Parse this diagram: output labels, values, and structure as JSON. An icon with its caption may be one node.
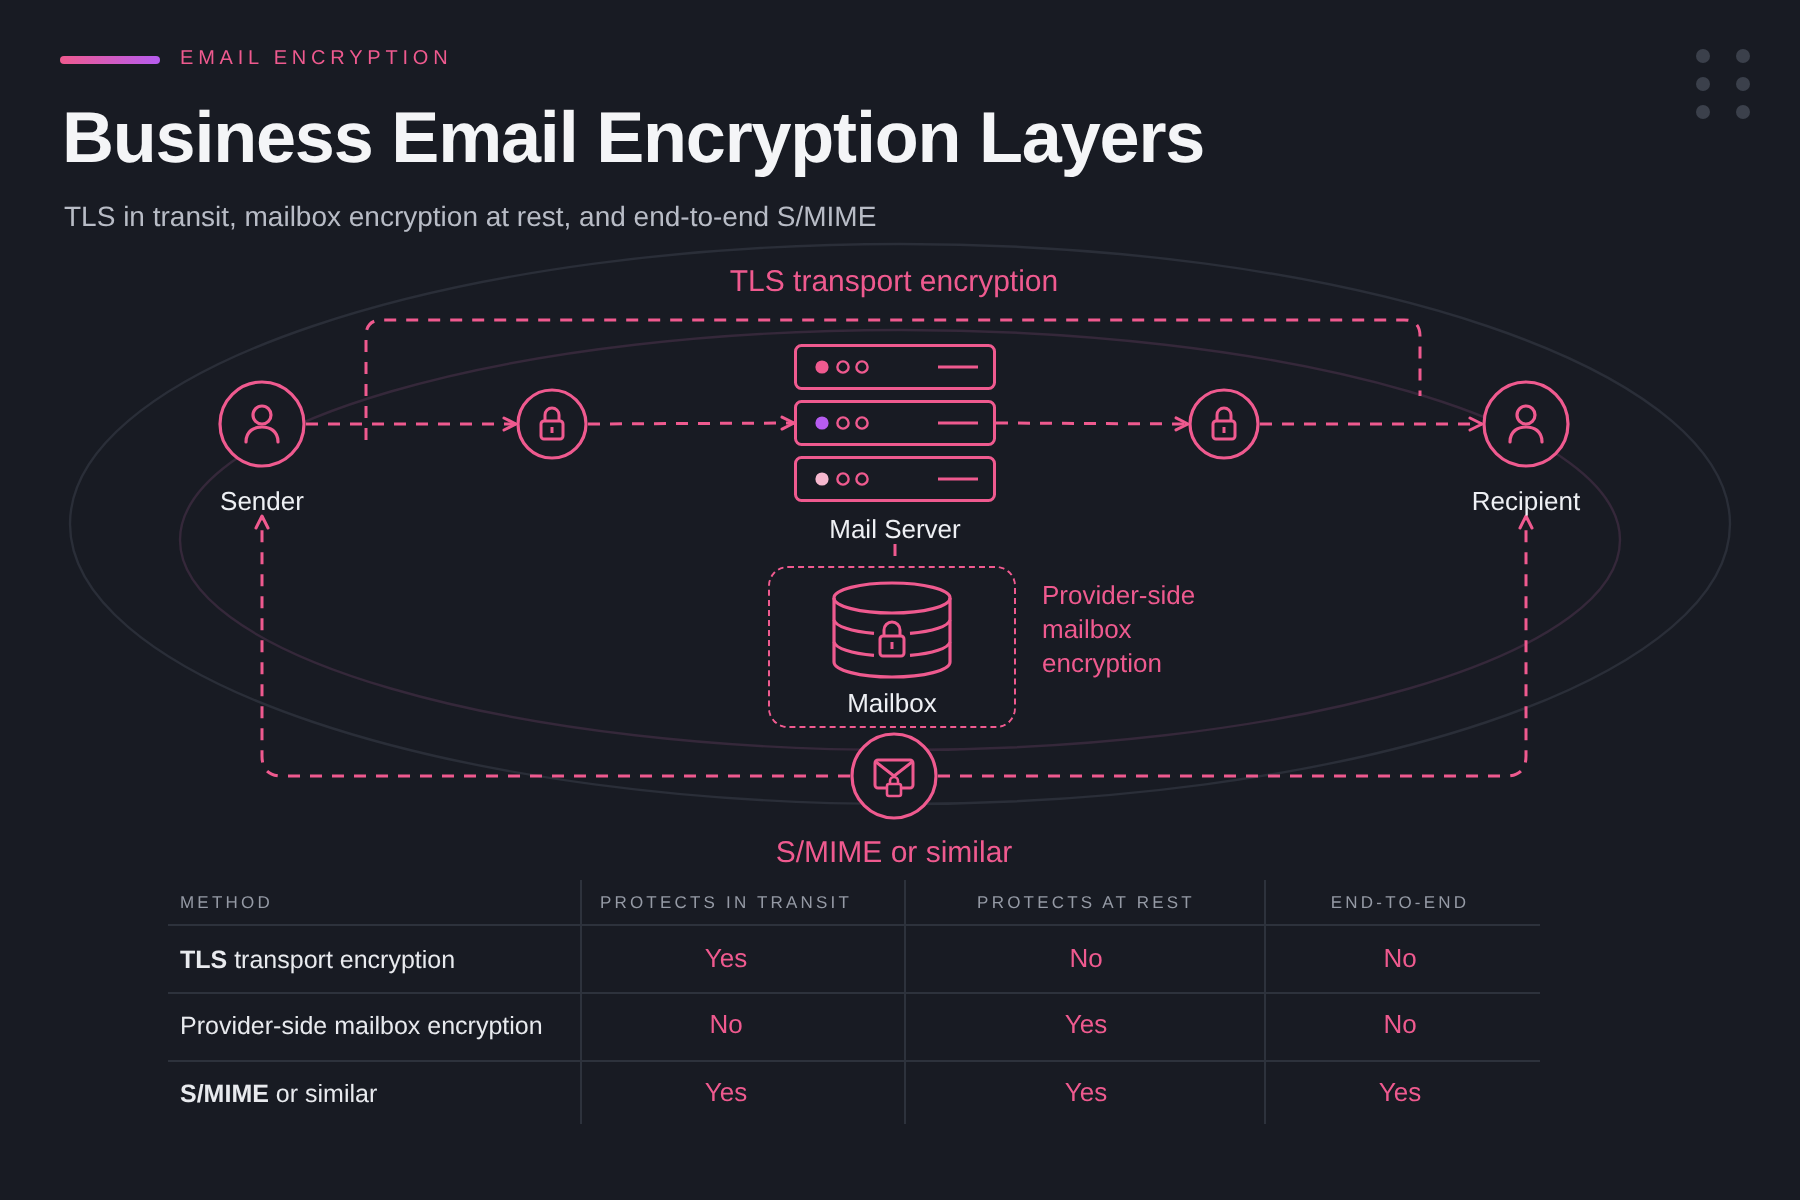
{
  "diagram": {
    "title": "Business Email Encryption Layers",
    "nodes": [
      {
        "text": [
          "Sender"
        ]
      },
      {
        "text": [],
        "shape": "circle"
      },
      {
        "text": [
          "Mail Server"
        ]
      },
      {
        "text": [],
        "shape": "circle"
      },
      {
        "text": [
          "Recipient"
        ]
      },
      {
        "text": [
          "Mailbox"
        ],
        "beside": [
          "Provider-side mailbox encryption"
        ]
      },
      {
        "text": [
          "S/MIME or similar"
        ]
      }
    ],
    "edges": [
      {
        "from": 0,
        "to": 1,
        "arrow": "to",
        "style": "dashed"
      },
      {
        "from": 1,
        "to": 2,
        "arrow": "to",
        "style": "dashed"
      },
      {
        "from": 2,
        "to": 3,
        "arrow": "to",
        "style": "dashed"
      },
      {
        "from": 3,
        "to": 4,
        "arrow": "to",
        "style": "dashed"
      },
      {
        "from": 2,
        "to": 5,
        "arrow": "none",
        "style": "dashed"
      },
      {
        "from": 6,
        "to": 0,
        "arrow": "to",
        "style": "dashed"
      },
      {
        "from": 6,
        "to": 4,
        "arrow": "to",
        "style": "dashed"
      }
    ],
    "labels": [
      "EMAIL ENCRYPTION",
      "TLS in transit, mailbox encryption at rest, and end-to-end S/MIME",
      "TLS transport encryption",
      "METHOD",
      "PROTECTS IN TRANSIT",
      "PROTECTS AT REST",
      "END-TO-END",
      "**TLS** transport encryption",
      "Yes",
      "No",
      "No",
      "Provider-side mailbox encryption",
      "No",
      "Yes",
      "No",
      "**S/MIME** or similar",
      "Yes",
      "Yes",
      "Yes"
    ]
  }
}
